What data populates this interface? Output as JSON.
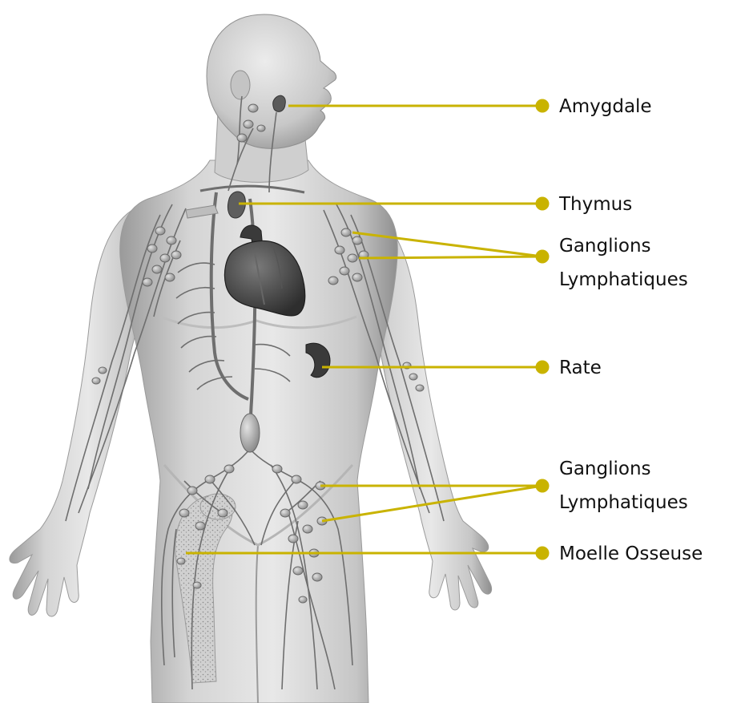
{
  "diagram": {
    "labels": {
      "amygdale": "Amygdale",
      "thymus": "Thymus",
      "ganglions_upper_line1": "Ganglions",
      "ganglions_upper_line2": "Lymphatiques",
      "rate": "Rate",
      "ganglions_lower_line1": "Ganglions",
      "ganglions_lower_line2": "Lymphatiques",
      "moelle": "Moelle Osseuse"
    },
    "colors": {
      "leader": "#c9b300",
      "skin_light": "#e6e6e6",
      "skin_mid": "#c4c4c4",
      "skin_shadow": "#8f8f8f",
      "vessel": "#6e6e6e",
      "node": "#a8a8a8",
      "organ_dark": "#3a3a3a"
    }
  }
}
